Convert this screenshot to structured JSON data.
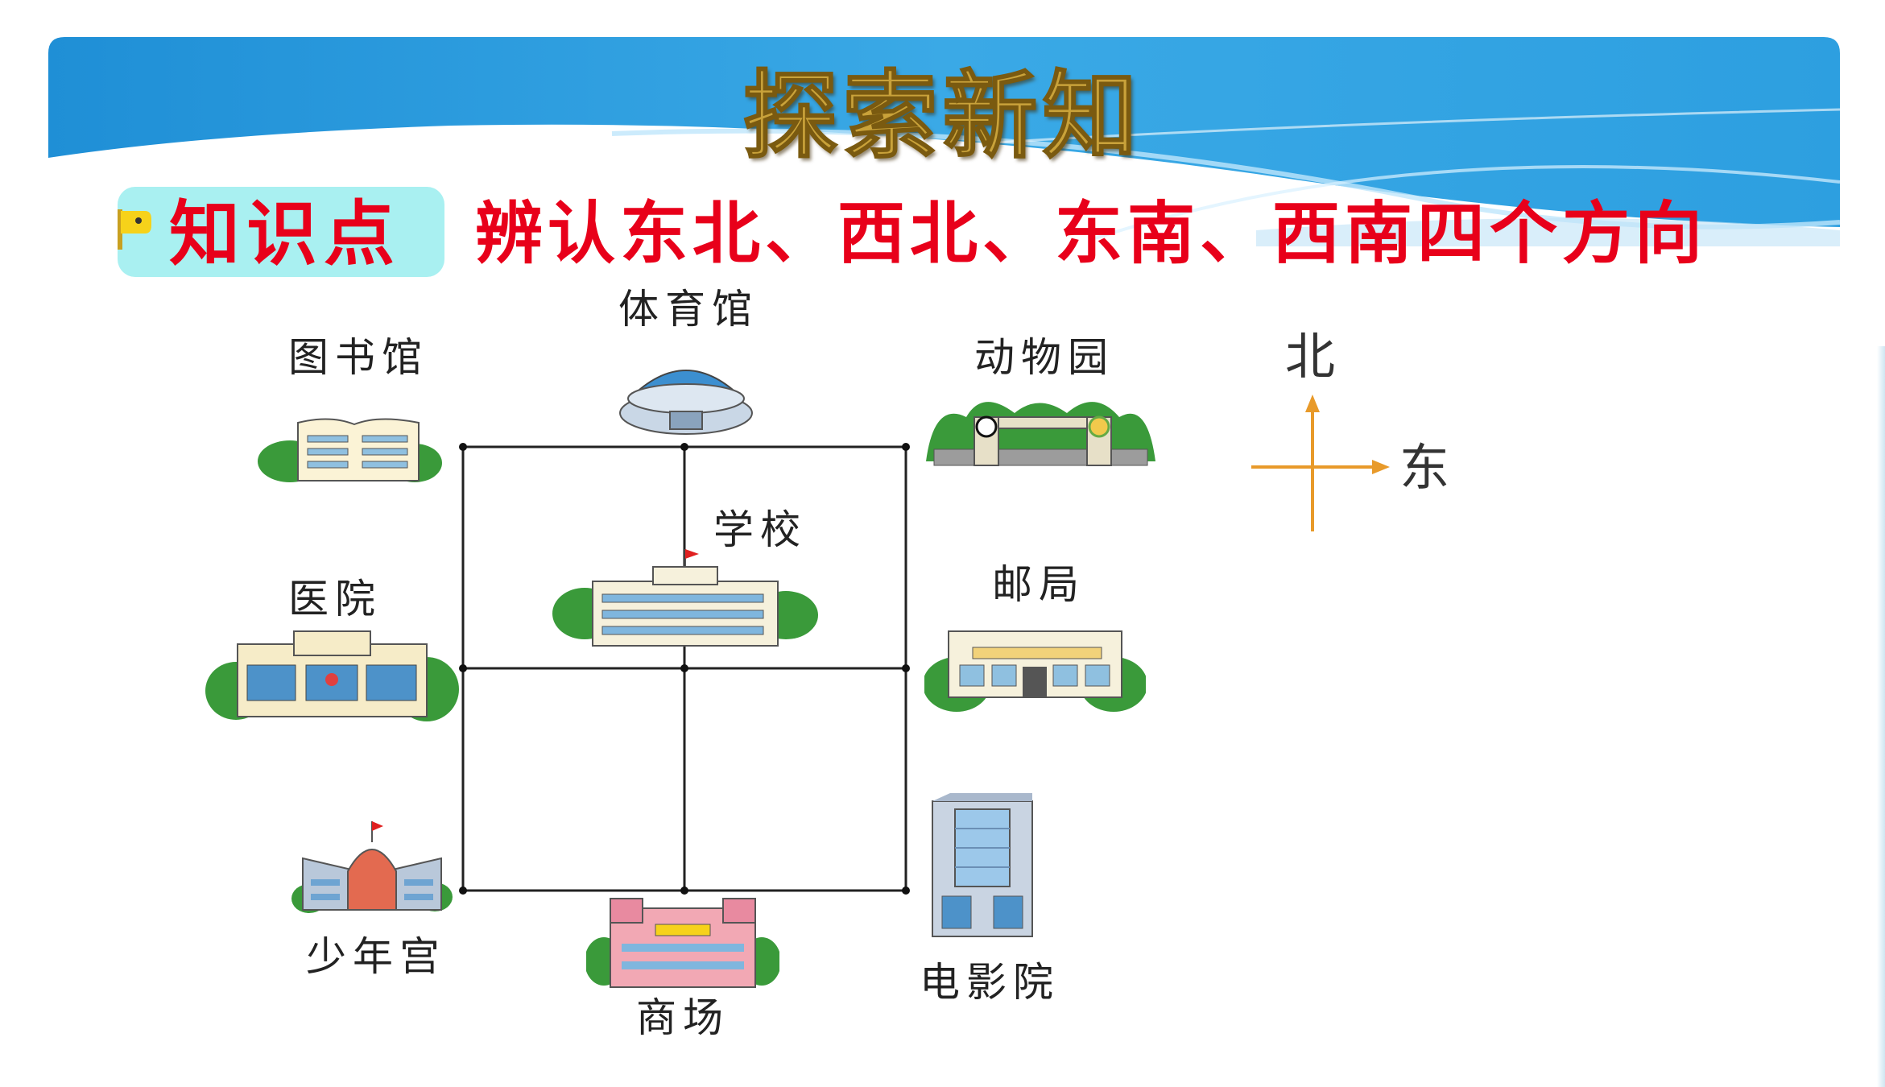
{
  "header": {
    "title": "探索新知"
  },
  "knowledge_point": {
    "label": "知识点",
    "text": "辨认东北、西北、东南、西南四个方向"
  },
  "places": {
    "library": "图书馆",
    "gym": "体育馆",
    "zoo": "动物园",
    "school": "学校",
    "hospital": "医院",
    "post_office": "邮局",
    "youth_palace": "少年宫",
    "mall": "商场",
    "cinema": "电影院"
  },
  "compass": {
    "north": "北",
    "east": "东"
  },
  "colors": {
    "banner_blue": "#2a9fdc",
    "knowledge_red": "#e8001a",
    "knowledge_box": "#a9f0f1",
    "title_gold": "#c9a23a",
    "compass_orange": "#e89a2a"
  }
}
